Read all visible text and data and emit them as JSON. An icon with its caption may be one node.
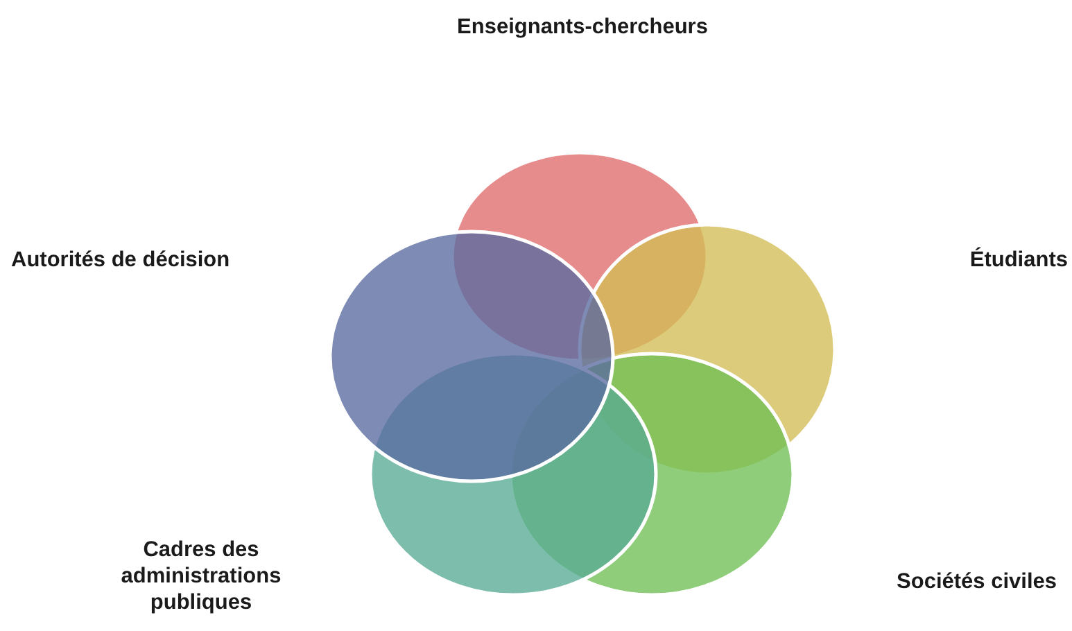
{
  "diagram": {
    "nodes": [
      {
        "text": [],
        "shape": "circle"
      },
      {
        "text": [],
        "shape": "circle"
      },
      {
        "text": [],
        "shape": "circle"
      },
      {
        "text": [],
        "shape": "circle"
      },
      {
        "text": [],
        "shape": "circle"
      }
    ],
    "labels": [
      "Enseignants-chercheurs",
      "Autorités de décision",
      "Étudiants",
      "Cadres des administrations publiques",
      "Sociétés civiles"
    ]
  }
}
